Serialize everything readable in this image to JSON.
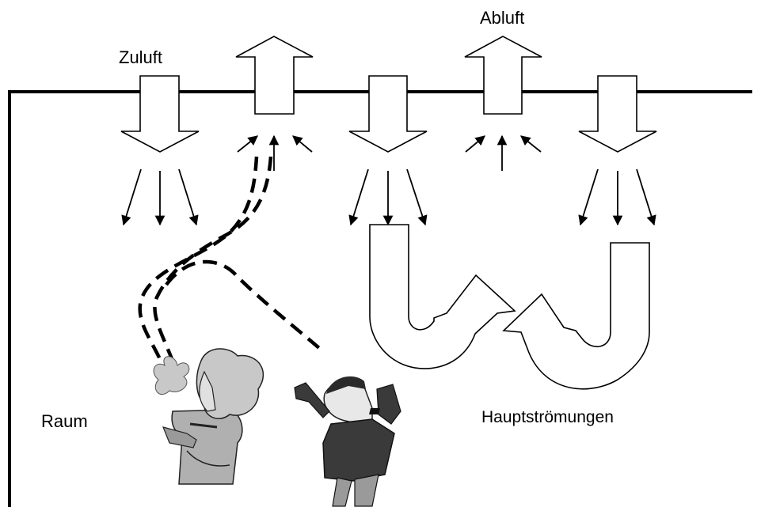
{
  "labels": {
    "supply_air": "Zuluft",
    "exhaust_air": "Abluft",
    "room": "Raum",
    "main_flows": "Hauptströmungen"
  },
  "colors": {
    "line": "#000000",
    "fill": "#ffffff",
    "figure_light": "#c8c8c8",
    "figure_mid": "#9a9a9a",
    "figure_dark": "#3a3a3a"
  },
  "icons": [
    "down-arrow-icon",
    "up-arrow-icon",
    "u-turn-arrow-icon",
    "smoking-man-icon",
    "shouting-man-icon"
  ]
}
